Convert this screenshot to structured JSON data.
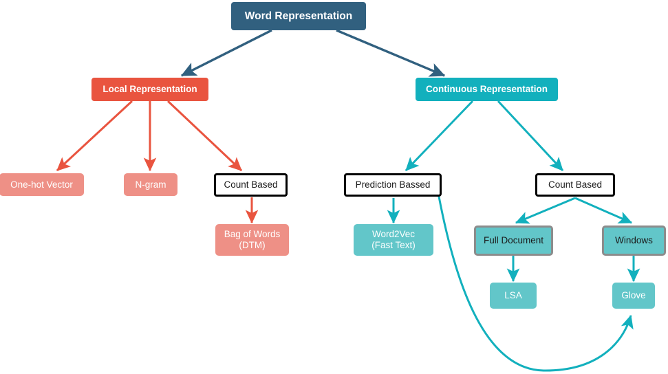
{
  "diagram": {
    "title_node": {
      "label": "Word Representation"
    },
    "colors": {
      "root_blue": "#31607f",
      "local_red": "#e9543f",
      "continuous_teal": "#12b0bd",
      "salmon_leaf": "#ee9086",
      "teal_leaf": "#62c6c9",
      "outline_black": "#000000",
      "gray_border": "#8c8c8c",
      "background": "#ffffff"
    },
    "nodes": [
      {
        "id": "word-representation",
        "label": "Word Representation"
      },
      {
        "id": "local-representation",
        "label": "Local Representation"
      },
      {
        "id": "continuous-representation",
        "label": "Continuous Representation"
      },
      {
        "id": "one-hot-vector",
        "label": "One-hot Vector"
      },
      {
        "id": "n-gram",
        "label": "N-gram"
      },
      {
        "id": "count-based-local",
        "label": "Count Based"
      },
      {
        "id": "bag-of-words",
        "label": "Bag of Words\n(DTM)"
      },
      {
        "id": "prediction-bassed",
        "label": "Prediction Bassed"
      },
      {
        "id": "count-based-continuous",
        "label": "Count Based"
      },
      {
        "id": "word2vec",
        "label": "Word2Vec\n(Fast Text)"
      },
      {
        "id": "full-document",
        "label": "Full Document"
      },
      {
        "id": "windows",
        "label": "Windows"
      },
      {
        "id": "lsa",
        "label": "LSA"
      },
      {
        "id": "glove",
        "label": "Glove"
      }
    ],
    "edges": [
      {
        "from": "word-representation",
        "to": "local-representation",
        "color": "#31607f"
      },
      {
        "from": "word-representation",
        "to": "continuous-representation",
        "color": "#31607f"
      },
      {
        "from": "local-representation",
        "to": "one-hot-vector",
        "color": "#e9543f"
      },
      {
        "from": "local-representation",
        "to": "n-gram",
        "color": "#e9543f"
      },
      {
        "from": "local-representation",
        "to": "count-based-local",
        "color": "#e9543f"
      },
      {
        "from": "count-based-local",
        "to": "bag-of-words",
        "color": "#e9543f"
      },
      {
        "from": "continuous-representation",
        "to": "prediction-bassed",
        "color": "#12b0bd"
      },
      {
        "from": "continuous-representation",
        "to": "count-based-continuous",
        "color": "#12b0bd"
      },
      {
        "from": "prediction-bassed",
        "to": "word2vec",
        "color": "#12b0bd"
      },
      {
        "from": "count-based-continuous",
        "to": "full-document",
        "color": "#12b0bd"
      },
      {
        "from": "count-based-continuous",
        "to": "windows",
        "color": "#12b0bd"
      },
      {
        "from": "full-document",
        "to": "lsa",
        "color": "#12b0bd"
      },
      {
        "from": "windows",
        "to": "glove",
        "color": "#12b0bd"
      },
      {
        "from": "prediction-bassed",
        "to": "glove",
        "color": "#12b0bd",
        "curved": true
      }
    ]
  }
}
